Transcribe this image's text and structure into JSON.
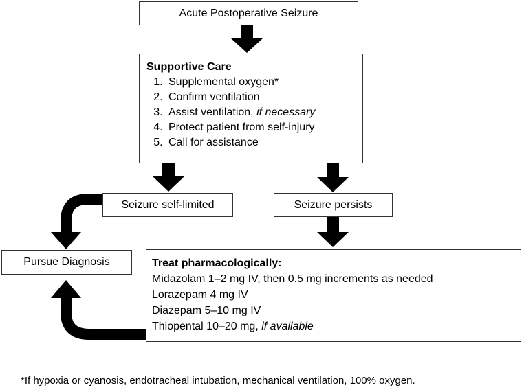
{
  "nodes": {
    "acute": {
      "text": "Acute Postoperative Seizure"
    },
    "supportive": {
      "heading": "Supportive Care",
      "steps": [
        {
          "text": "Supplemental oxygen*"
        },
        {
          "text": "Confirm ventilation"
        },
        {
          "text": "Assist ventilation, ",
          "italic": "if necessary"
        },
        {
          "text": "Protect patient from self-injury"
        },
        {
          "text": "Call for assistance"
        }
      ]
    },
    "self_limited": {
      "text": "Seizure self-limited"
    },
    "persists": {
      "text": "Seizure persists"
    },
    "diagnosis": {
      "text": "Pursue Diagnosis"
    },
    "treat": {
      "heading": "Treat pharmacologically:",
      "lines": [
        {
          "text": "Midazolam 1–2 mg IV, then 0.5 mg increments as needed"
        },
        {
          "text": "Lorazepam 4 mg IV"
        },
        {
          "text": "Diazepam 5–10 mg IV"
        },
        {
          "text": "Thiopental 10–20 mg, ",
          "italic": "if available"
        }
      ]
    }
  },
  "footnote": "*If hypoxia or cyanosis, endotracheal intubation, mechanical ventilation, 100% oxygen.",
  "colors": {
    "arrow": "#000000",
    "border": "#333333"
  }
}
